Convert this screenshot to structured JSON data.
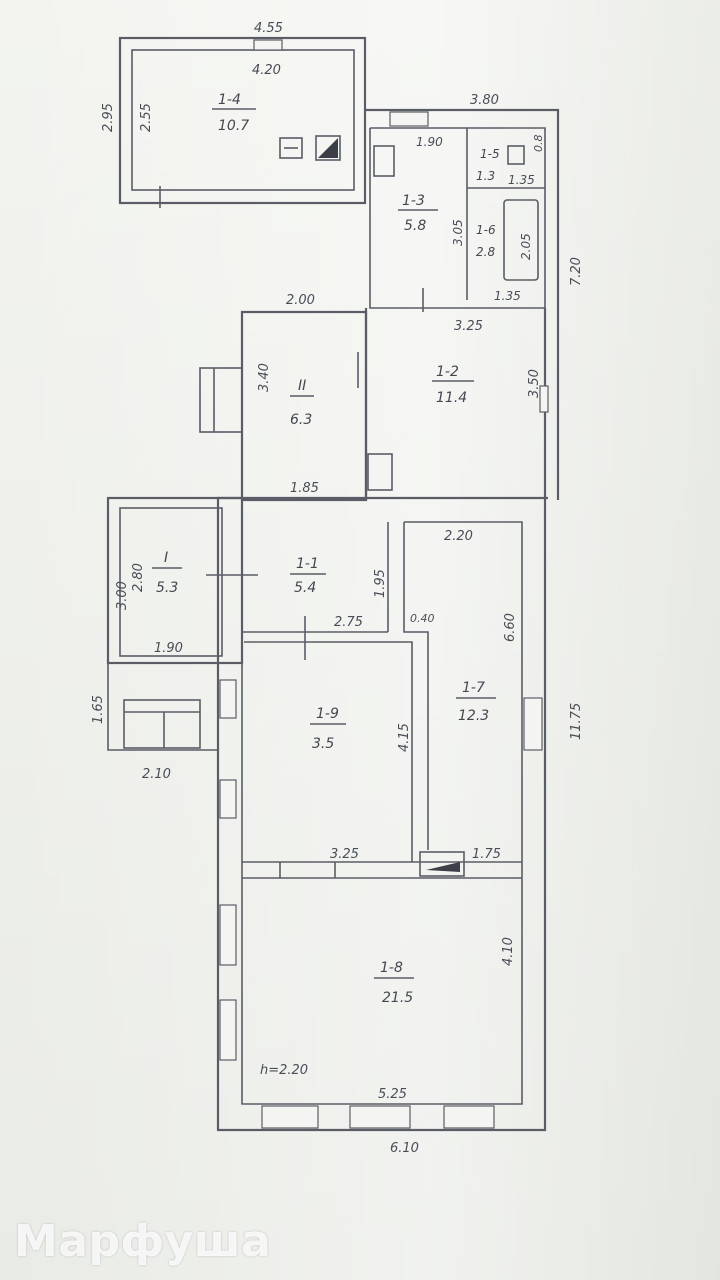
{
  "rooms": [
    {
      "id": "1-4",
      "area": "10.7"
    },
    {
      "id": "1-5",
      "area": "1.3"
    },
    {
      "id": "1-3",
      "area": "5.8"
    },
    {
      "id": "1-6",
      "area": "2.8"
    },
    {
      "id": "1-2",
      "area": "11.4"
    },
    {
      "id": "II",
      "area": "6.3"
    },
    {
      "id": "I",
      "area": "5.3"
    },
    {
      "id": "1-1",
      "area": "5.4"
    },
    {
      "id": "1-7",
      "area": "12.3"
    },
    {
      "id": "1-9",
      "area": "3.5"
    },
    {
      "id": "1-8",
      "area": "21.5"
    }
  ],
  "dimensions": {
    "top_outer": "4.55",
    "top_inner": "4.20",
    "left_outer_top": "2.95",
    "left_inner_top": "2.55",
    "bath_width": "3.80",
    "bath_a": "1.90",
    "bath_b": "0.8",
    "bath_c": "1.35",
    "bath_d": "3.05",
    "bath_e": "2.05",
    "bath_f": "1.35",
    "right_top": "7.20",
    "corridor_top": "2.00",
    "corridor_left": "3.40",
    "corridor_bottom": "1.85",
    "kitchen_top": "3.25",
    "kitchen_right": "3.50",
    "porch_left_outer": "3.00",
    "porch_left_inner": "2.80",
    "porch_bottom": "1.90",
    "steps_height": "1.65",
    "steps_width": "2.10",
    "hall_right": "1.95",
    "hall_bottom": "2.75",
    "wall_gap": "0.40",
    "room7_top": "2.20",
    "room7_right": "6.60",
    "room9_right": "4.15",
    "right_full": "11.75",
    "room9_bottom": "3.25",
    "room7_bottom": "1.75",
    "room8_right": "4.10",
    "height_note": "h=2.20",
    "room8_bottom": "5.25",
    "total_bottom": "6.10"
  },
  "watermark": "Марфуша"
}
